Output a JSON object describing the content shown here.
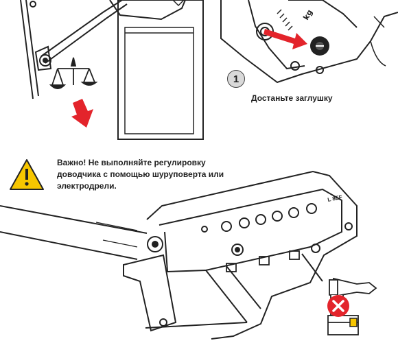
{
  "step": {
    "number": "1",
    "caption": "Достаньте заглушку"
  },
  "warning": {
    "icon": "warning-triangle-icon",
    "text": "Важно! Не выполняйте регулировку доводчика с помощью шуруповерта или электродрели."
  },
  "mechanism": {
    "sticker_text": "L 8EF"
  },
  "icons": [
    "scale-weight-icon",
    "arrow-down-icon",
    "screwdriver-prohibited-icon"
  ],
  "colors": {
    "arrow_red": "#e3242b",
    "warning_yellow": "#f7c600",
    "prohibited_red": "#e3242b",
    "line": "#222222",
    "fill_gray": "#d9d9d9"
  }
}
